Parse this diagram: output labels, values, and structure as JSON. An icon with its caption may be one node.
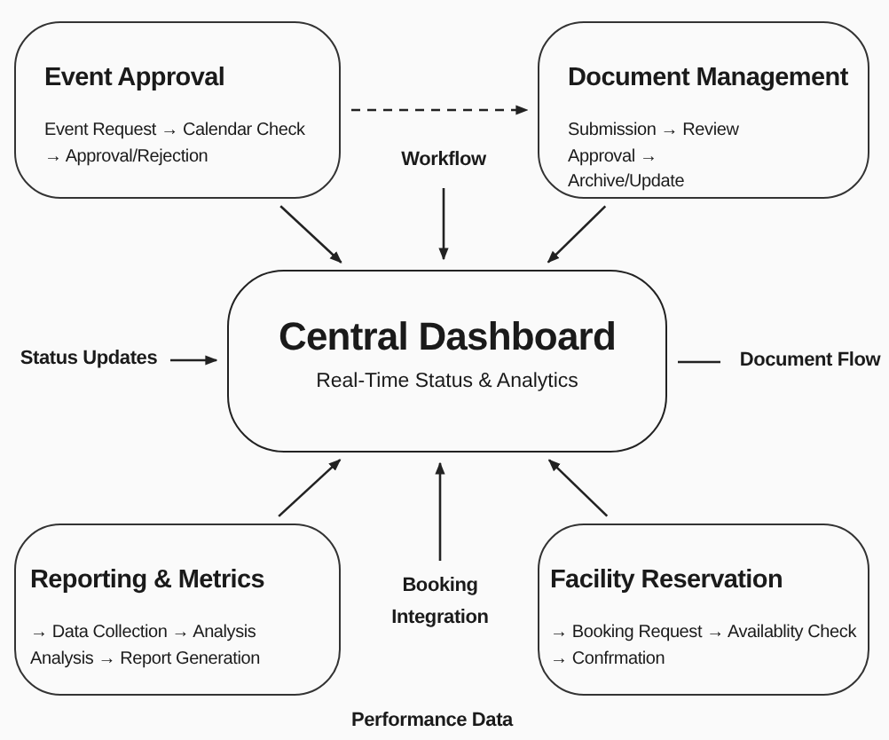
{
  "diagram": {
    "nodes": [
      {
        "text": [
          "Event Approval",
          "Event Request → Calendar Check → Approval/Rejection"
        ]
      },
      {
        "text": [
          "Document Management",
          "Submission → Review Approval → Archive/Update"
        ]
      },
      {
        "text": [
          "Central Dashboard",
          "Real-Time Status & Analytics"
        ]
      },
      {
        "text": [
          "Reporting & Metrics",
          "→ Data Collection → Analysis Analysis → Report Generation"
        ]
      },
      {
        "text": [
          "Facility Reservation",
          "→ Booking Request → Availablity Check → Confrmation"
        ]
      },
      {
        "text": [
          "Workflow"
        ]
      },
      {
        "text": [
          "Status Updates"
        ]
      },
      {
        "text": [
          "Document Flow"
        ]
      },
      {
        "text": [
          "Booking Integration"
        ]
      }
    ],
    "edges": [
      {
        "from": 0,
        "to": 1,
        "arrow": "to",
        "style": "dashed"
      },
      {
        "from": 0,
        "to": 2,
        "arrow": "to"
      },
      {
        "from": 1,
        "to": 2,
        "arrow": "to"
      },
      {
        "from": 5,
        "to": 2,
        "arrow": "to"
      },
      {
        "from": 6,
        "to": 2,
        "arrow": "to"
      },
      {
        "from": 2,
        "to": 7,
        "arrow": "none"
      },
      {
        "from": 8,
        "to": 2,
        "arrow": "to"
      },
      {
        "from": 3,
        "to": 2,
        "arrow": "to"
      },
      {
        "from": 4,
        "to": 2,
        "arrow": "to"
      }
    ],
    "labels": [
      "Performance Data"
    ]
  }
}
